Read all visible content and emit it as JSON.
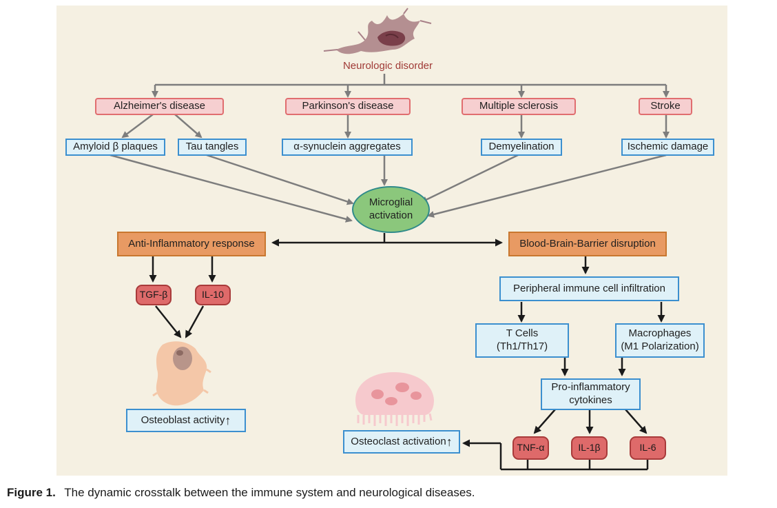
{
  "title": "Neurologic disorder",
  "diseases": {
    "alzheimers": "Alzheimer's disease",
    "parkinsons": "Parkinson's disease",
    "ms": "Multiple sclerosis",
    "stroke": "Stroke"
  },
  "pathologies": {
    "amyloid": "Amyloid β plaques",
    "tau": "Tau tangles",
    "synuclein": "α-synuclein aggregates",
    "demyelination": "Demyelination",
    "ischemic": "Ischemic damage"
  },
  "center": {
    "line1": "Microglial",
    "line2": "activation"
  },
  "anti_inflammatory": {
    "label": "Anti-Inflammatory response",
    "tgf": "TGF-β",
    "il10": "IL-10",
    "osteoblast": "Osteoblast activity",
    "arrow": "↑"
  },
  "bbb": {
    "label": "Blood-Brain-Barrier disruption",
    "infiltration": "Peripheral immune cell infiltration",
    "tcells_line1": "T Cells",
    "tcells_line2": "(Th1/Th17)",
    "macro_line1": "Macrophages",
    "macro_line2": "(M1 Polarization)",
    "cytokines_line1": "Pro-inflammatory",
    "cytokines_line2": "cytokines",
    "tnf": "TNF-α",
    "il1b": "IL-1β",
    "il6": "IL-6",
    "osteoclast": "Osteoclast activation",
    "arrow": "↑"
  },
  "caption": {
    "label": "Figure  1.",
    "text": "The dynamic crosstalk between the immune system and neurological diseases."
  },
  "colors": {
    "panel": "#f5f0e2",
    "pink_fill": "#f6cfd0",
    "blue_border": "#3b8fcf",
    "orange_fill": "#e89a63",
    "red_fill": "#de6a6a",
    "green_fill": "#8bc77c",
    "title_red": "#a03a36"
  }
}
